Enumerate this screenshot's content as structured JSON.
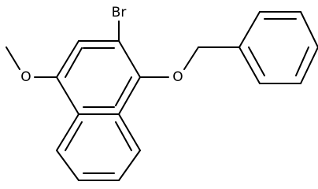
{
  "molecule": {
    "atoms": {
      "bromine": "Br",
      "ether_oxygen_methoxy": "O",
      "ether_oxygen_benzyloxy": "O"
    },
    "colors": {
      "bond": "#000000",
      "label": "#000000",
      "background": "#ffffff"
    }
  }
}
